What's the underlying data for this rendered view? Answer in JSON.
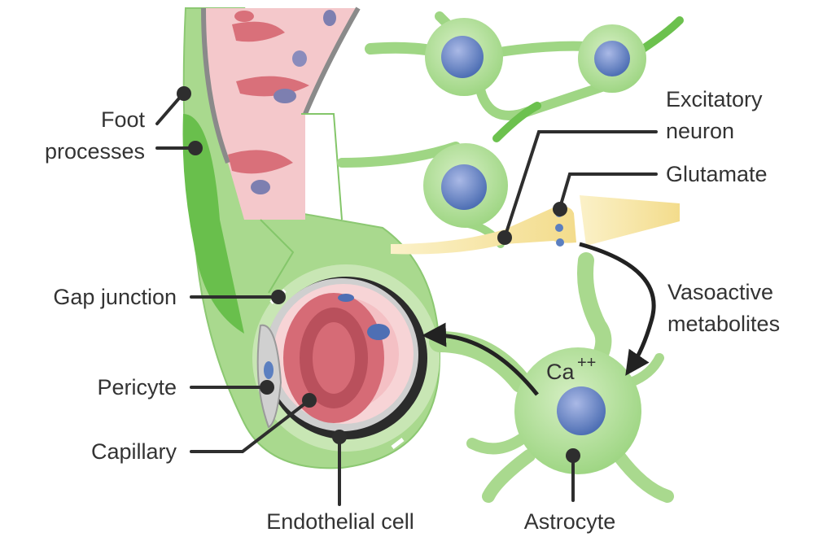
{
  "labels": {
    "foot_processes_line1": "Foot",
    "foot_processes_line2": "processes",
    "gap_junction": "Gap junction",
    "pericyte": "Pericyte",
    "capillary": "Capillary",
    "endothelial_cell": "Endothelial cell",
    "excitatory_neuron_line1": "Excitatory",
    "excitatory_neuron_line2": "neuron",
    "glutamate": "Glutamate",
    "vasoactive_line1": "Vasoactive",
    "vasoactive_line2": "metabolites",
    "calcium": "Ca",
    "calcium_charge": "++",
    "astrocyte": "Astrocyte"
  },
  "colors": {
    "astrocyte_green": "#a9d98e",
    "endfoot_green_dark": "#6cc14e",
    "neuron_green": "#b8e0a0",
    "nucleus_blue": "#5b7fc0",
    "vessel_pink": "#f2c0c4",
    "blood_cell_red": "#d9707a",
    "axon_yellow": "#f5e3a0",
    "arrow_black": "#222222"
  },
  "icons": {
    "astrocyte": "astrocyte-cell-icon",
    "neuron": "neuron-cell-icon",
    "capillary": "capillary-cross-section-icon"
  }
}
